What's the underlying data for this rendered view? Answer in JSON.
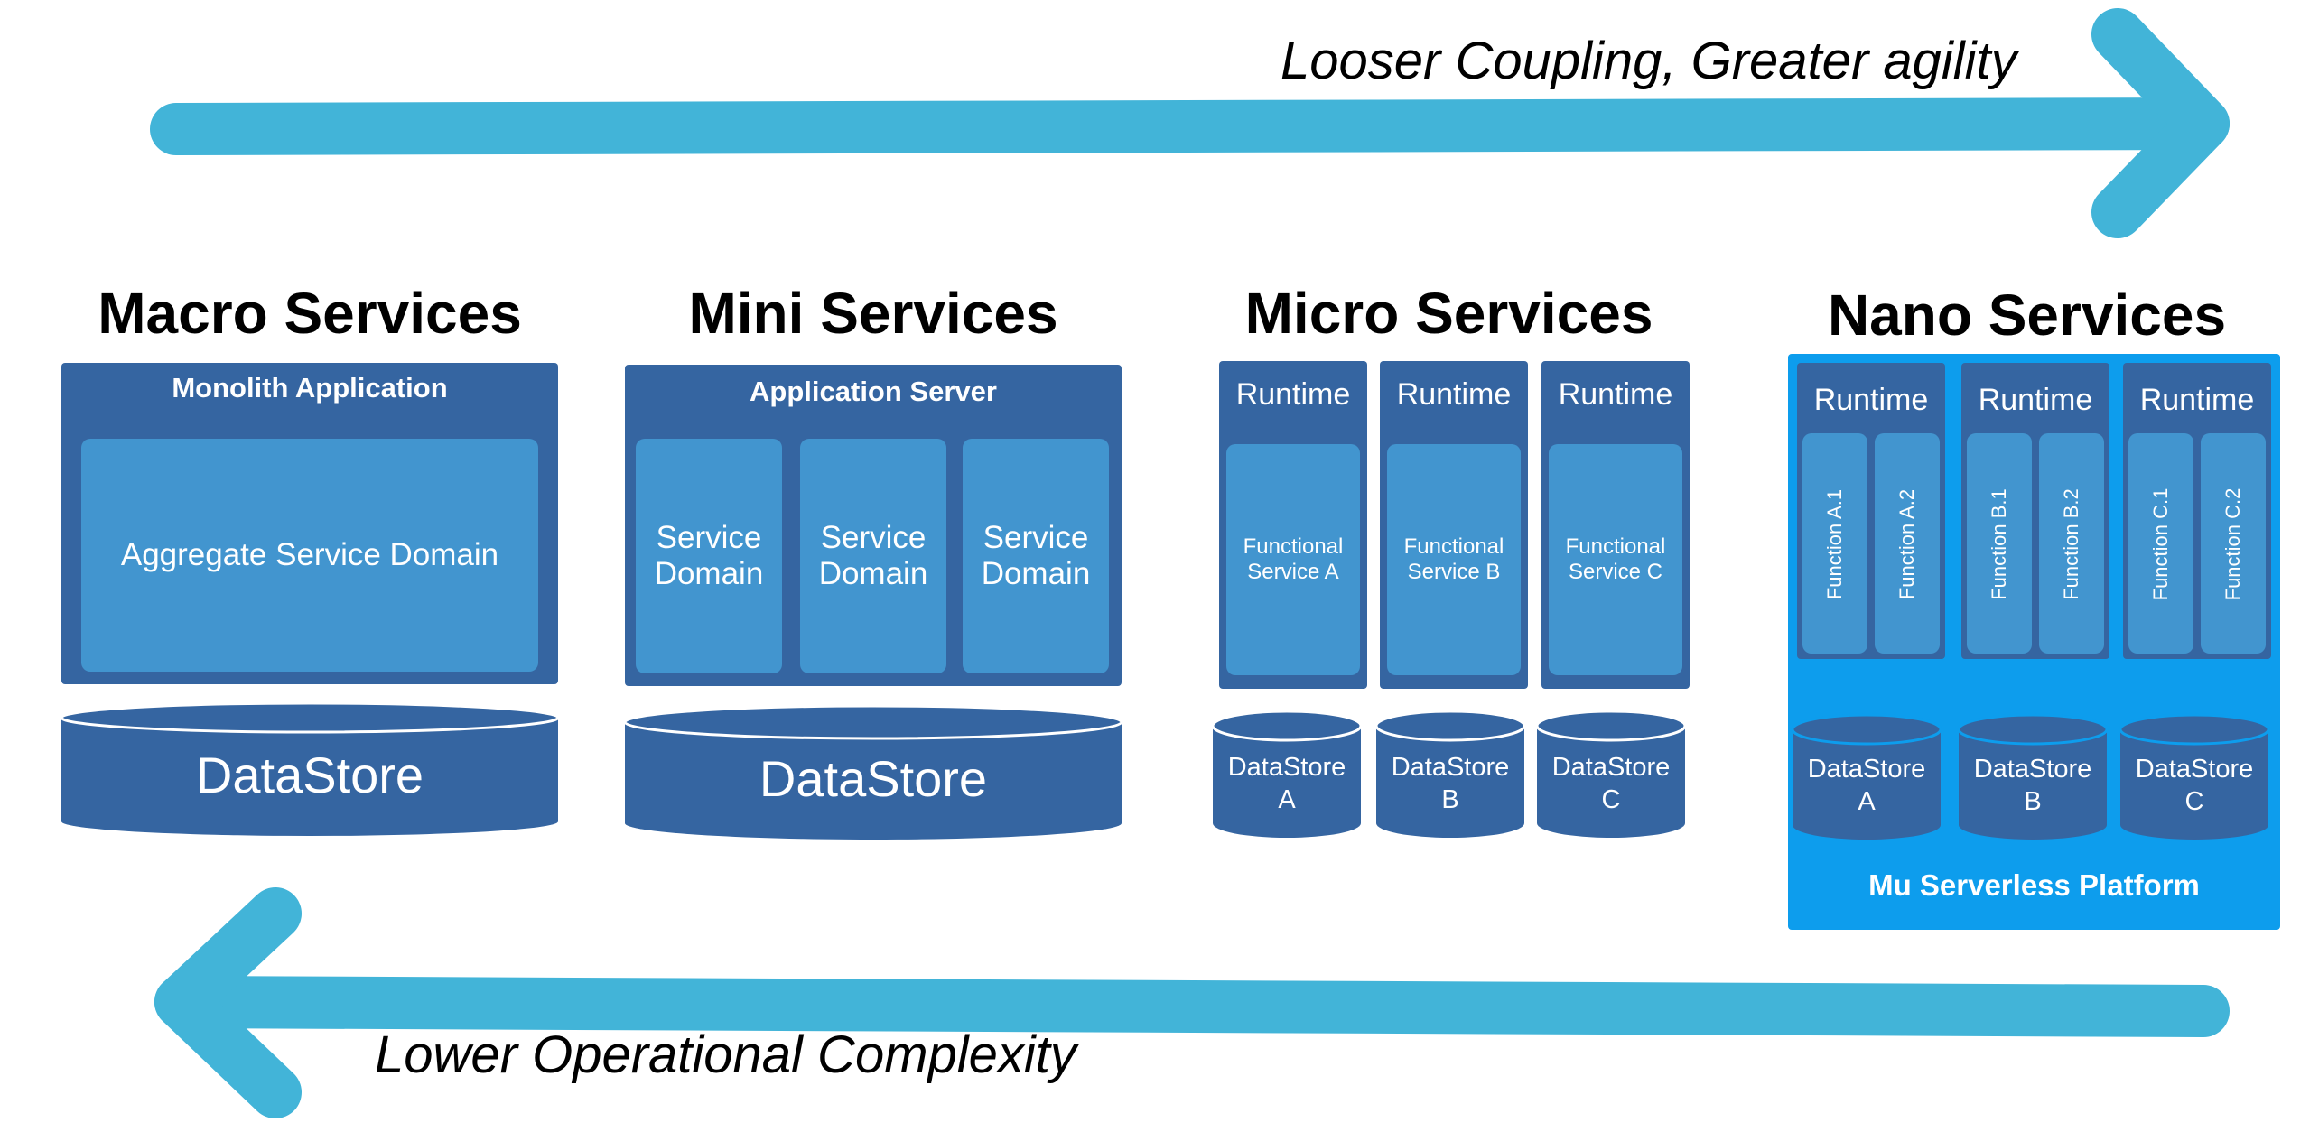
{
  "colors": {
    "arrow": "#42b4d8",
    "dark_box": "#3565a1",
    "light_box": "#4295cf",
    "platform": "#0d9ded"
  },
  "arrows": {
    "top_label": "Looser Coupling, Greater agility",
    "bottom_label": "Lower Operational Complexity"
  },
  "macro": {
    "title": "Macro Services",
    "container": "Monolith Application",
    "domain": "Aggregate Service Domain",
    "datastore": "DataStore"
  },
  "mini": {
    "title": "Mini Services",
    "container": "Application Server",
    "domains": [
      {
        "line1": "Service",
        "line2": "Domain"
      },
      {
        "line1": "Service",
        "line2": "Domain"
      },
      {
        "line1": "Service",
        "line2": "Domain"
      }
    ],
    "datastore": "DataStore"
  },
  "micro": {
    "title": "Micro Services",
    "runtimes": [
      {
        "label": "Runtime",
        "svc1": "Functional",
        "svc2": "Service A",
        "ds1": "DataStore",
        "ds2": "A"
      },
      {
        "label": "Runtime",
        "svc1": "Functional",
        "svc2": "Service B",
        "ds1": "DataStore",
        "ds2": "B"
      },
      {
        "label": "Runtime",
        "svc1": "Functional",
        "svc2": "Service C",
        "ds1": "DataStore",
        "ds2": "C"
      }
    ]
  },
  "nano": {
    "title": "Nano Services",
    "platform": "Mu Serverless Platform",
    "runtimes": [
      {
        "label": "Runtime",
        "f1": "Function A.1",
        "f2": "Function A.2",
        "ds1": "DataStore",
        "ds2": "A"
      },
      {
        "label": "Runtime",
        "f1": "Function B.1",
        "f2": "Function B.2",
        "ds1": "DataStore",
        "ds2": "B"
      },
      {
        "label": "Runtime",
        "f1": "Function C.1",
        "f2": "Function C.2",
        "ds1": "DataStore",
        "ds2": "C"
      }
    ]
  }
}
